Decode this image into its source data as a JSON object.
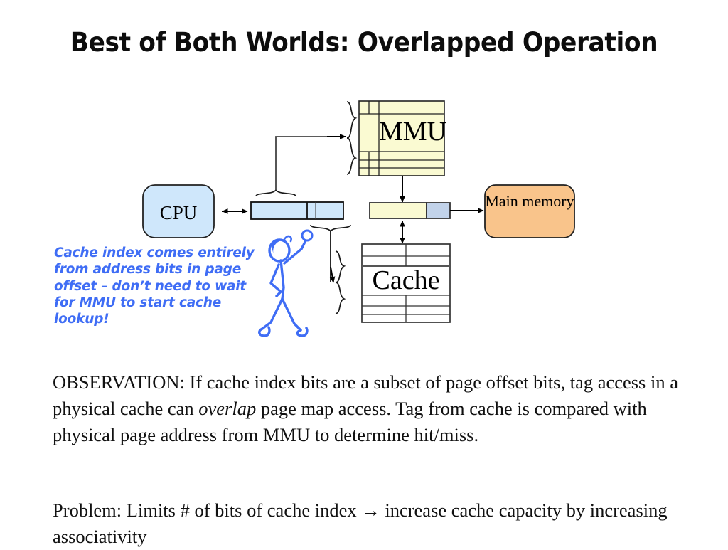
{
  "slide": {
    "title": "Best of Both Worlds: Overlapped Operation"
  },
  "diagram": {
    "nodes": {
      "cpu": {
        "label": "CPU",
        "fill": "#cfe7fb",
        "stroke": "#222222",
        "shape": "rounded-rect"
      },
      "mmu": {
        "label": "MMU",
        "fill": "#fafad2",
        "stroke": "#222222",
        "shape": "grid-table",
        "rows": 5,
        "cols": 3
      },
      "cache": {
        "label": "Cache",
        "fill": "#ffffff",
        "stroke": "#333333",
        "shape": "grid-table",
        "rows": 6,
        "cols": 2
      },
      "main_memory": {
        "label": "Main memory",
        "fill": "#f9c48b",
        "stroke": "#222222",
        "shape": "rounded-rect"
      },
      "virtual_address_bar": {
        "fill": "#cfe7fb",
        "stroke": "#1a1a1a",
        "segments": 3
      },
      "physical_address_bar": {
        "fill_tag": "#fafad2",
        "fill_offset": "#c2d3ea",
        "stroke": "#333333",
        "segments": 2
      }
    },
    "connectors": [
      {
        "name": "cpu-to-address-bar",
        "type": "double-arrow"
      },
      {
        "name": "page-number-to-mmu",
        "type": "arrow"
      },
      {
        "name": "mmu-to-physical-address",
        "type": "arrow"
      },
      {
        "name": "physical-address-to-main-memory",
        "type": "arrow"
      },
      {
        "name": "physical-address-to-cache",
        "type": "double-arrow"
      },
      {
        "name": "page-offset-to-cache",
        "type": "arrow"
      }
    ],
    "braces": [
      {
        "name": "brace-page-number-top"
      },
      {
        "name": "brace-page-offset-bottom"
      },
      {
        "name": "brace-mmu-input"
      },
      {
        "name": "brace-cache-input"
      }
    ],
    "stick_figure": {
      "name": "stick-figure-person",
      "color": "#3f6df5"
    }
  },
  "annotation": {
    "lines": [
      "Cache index comes entirely",
      "from address bits in page",
      "offset – don’t need to wait",
      "for MMU to start cache",
      "lookup!"
    ],
    "color": "#3f6df5"
  },
  "body": {
    "observation": {
      "part1": "OBSERVATION: If cache index bits  are a subset of page offset bits, tag access in a physical cache can ",
      "emphasis": "overlap",
      "part2": "  page map access.  Tag from cache is compared with physical page address from MMU to determine hit/miss."
    },
    "problem": {
      "text": "Problem: Limits # of bits of cache index → increase cache capacity by increasing associativity"
    }
  }
}
